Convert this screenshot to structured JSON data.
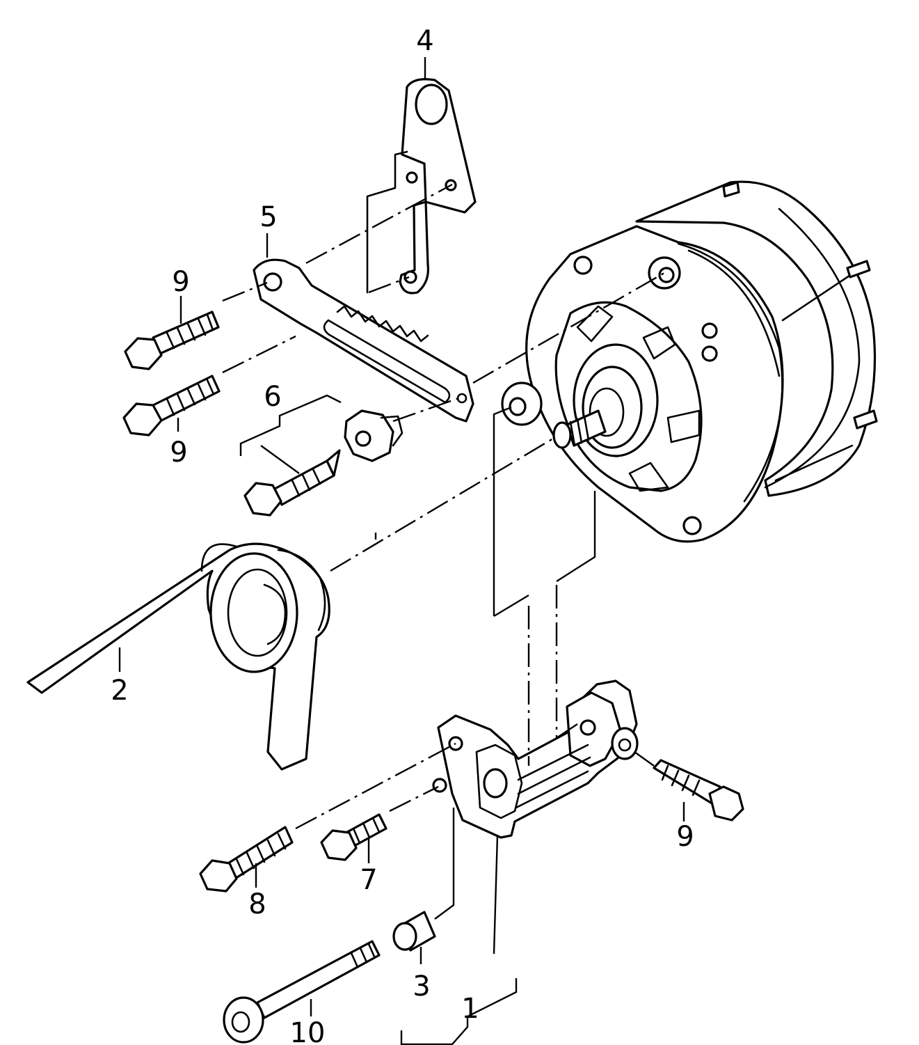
{
  "callouts": {
    "c1": "1",
    "c2": "2",
    "c3": "3",
    "c4": "4",
    "c5": "5",
    "c6": "6",
    "c7": "7",
    "c8": "8",
    "c9a": "9",
    "c9b": "9",
    "c9c": "9",
    "c10": "10"
  },
  "colors": {
    "line": "#000000",
    "background": "#ffffff"
  }
}
